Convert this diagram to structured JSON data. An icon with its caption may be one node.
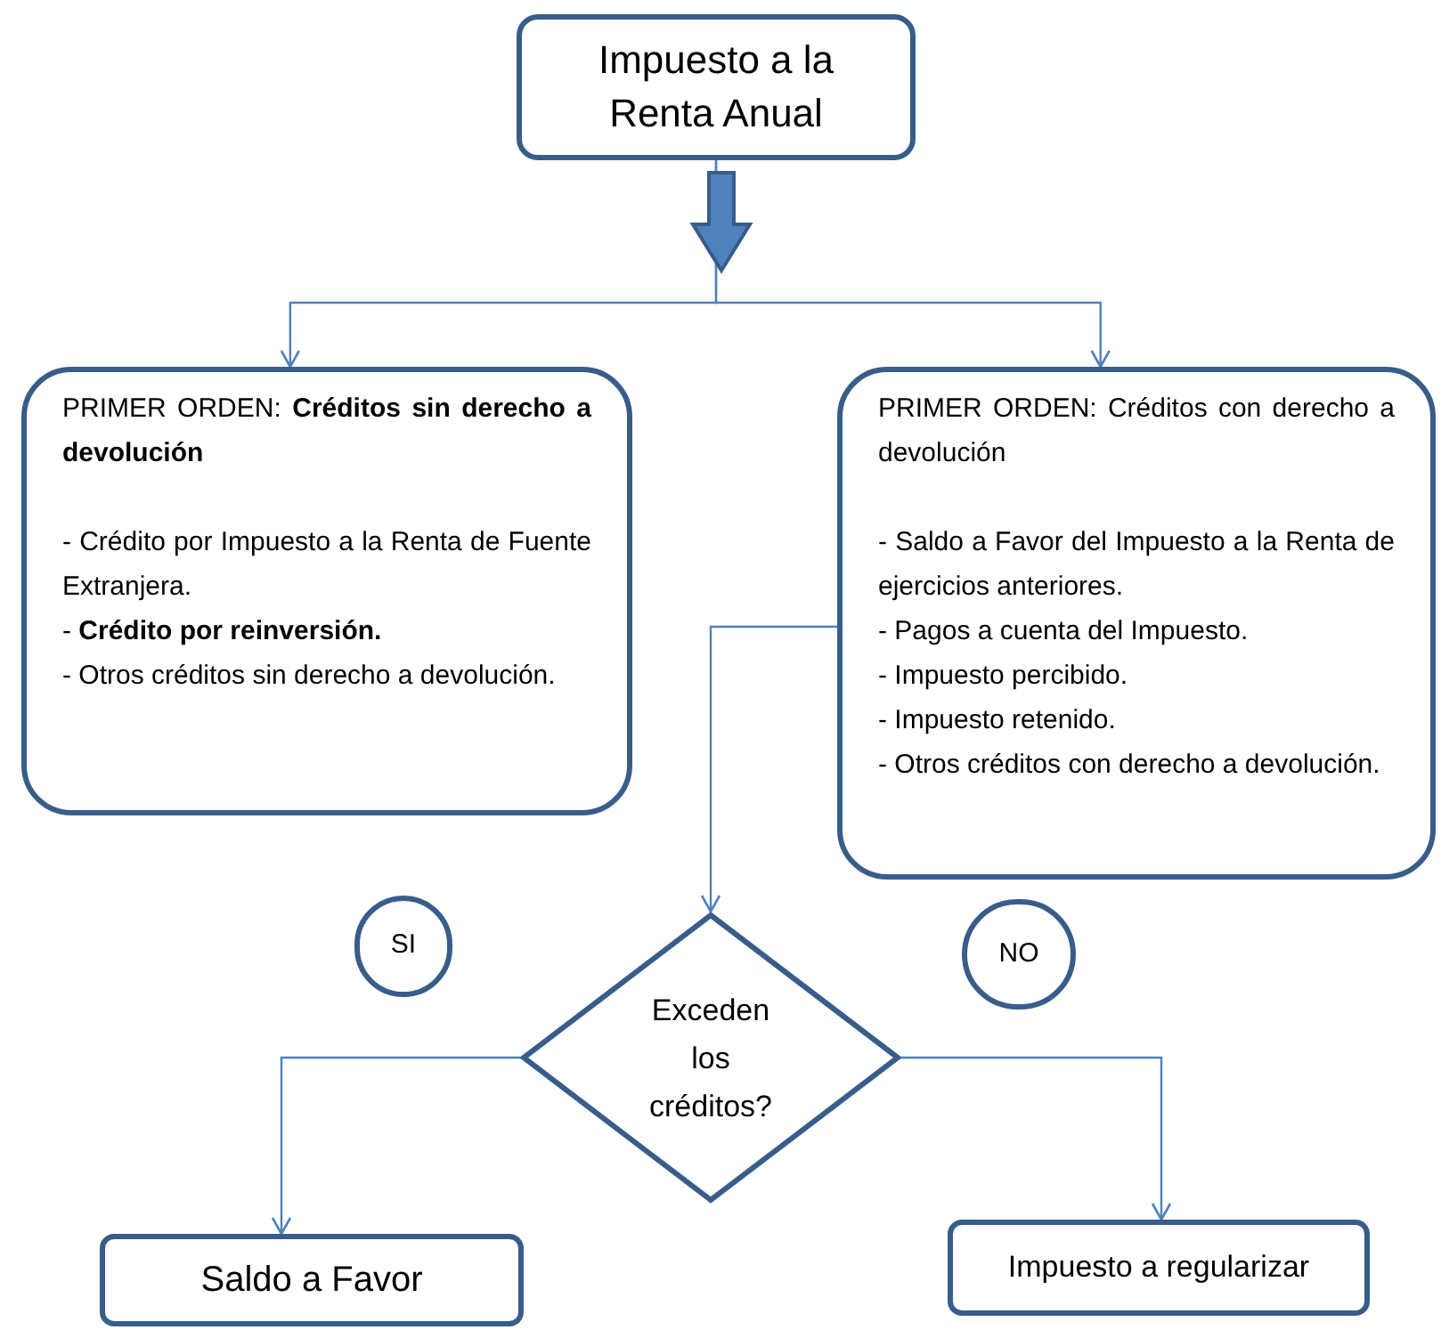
{
  "diagram": {
    "nodes": [
      {
        "text": [
          "Impuesto a la Renta Anual"
        ]
      },
      {
        "text": [
          "PRIMER ORDEN: **Créditos sin derecho a devolución**",
          "- Crédito por Impuesto a la Renta de Fuente Extranjera.",
          "- **Crédito por reinversión.**",
          "- Otros créditos sin derecho a devolución."
        ]
      },
      {
        "text": [
          "PRIMER ORDEN: Créditos con derecho a devolución",
          "- Saldo a Favor del Impuesto a la Renta de ejercicios anteriores.",
          "- Pagos a cuenta del Impuesto.",
          "- Impuesto percibido.",
          "- Impuesto retenido.",
          "- Otros créditos con derecho a devolución."
        ]
      },
      {
        "text": [
          "SI"
        ]
      },
      {
        "text": [
          "NO"
        ]
      },
      {
        "text": [
          "Exceden los créditos?"
        ]
      },
      {
        "text": [
          "Saldo a Favor"
        ]
      },
      {
        "text": [
          "Impuesto a regularizar"
        ]
      }
    ],
    "edges": [
      {
        "from": 0,
        "to": 1,
        "arrow": "to"
      },
      {
        "from": 0,
        "to": 2,
        "arrow": "to"
      },
      {
        "from": 2,
        "to": 5,
        "arrow": "to"
      },
      {
        "from": 5,
        "to": 6,
        "arrow": "to"
      },
      {
        "from": 5,
        "to": 7,
        "arrow": "to"
      }
    ]
  }
}
